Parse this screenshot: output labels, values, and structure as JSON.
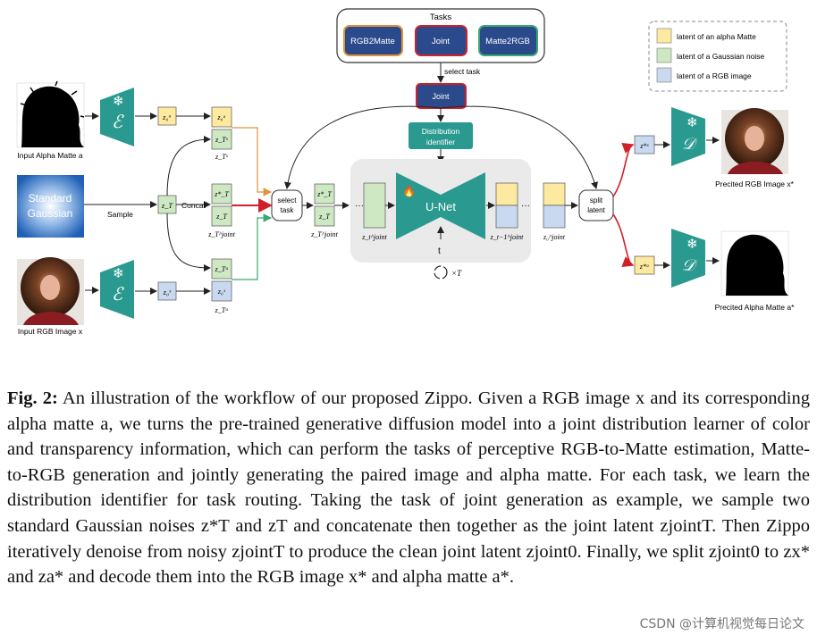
{
  "figure": {
    "tasks_title": "Tasks",
    "tasks": [
      {
        "label": "RGB2Matte",
        "color": "#2a4a8c",
        "border": "#e1933b"
      },
      {
        "label": "Joint",
        "color": "#2a4a8c",
        "border": "#d0202a"
      },
      {
        "label": "Matte2RGB",
        "color": "#2a4a8c",
        "border": "#3aa870"
      }
    ],
    "select_task_label": "select task",
    "joint_box_label": "Joint",
    "distribution_identifier_label": "Distribution identifier",
    "unet_label": "U-Net",
    "t_label": "t",
    "loop_label": "×T",
    "select_task_node_label": "select task",
    "split_latent_label": "split latent",
    "concat_label": "Concat",
    "sample_label": "Sample",
    "gaussian_label": "Standard Gaussian",
    "encoder_symbol": "ℰ",
    "decoder_symbol": "𝒟",
    "snowflake_glyph": "❄",
    "fire_glyph": "🔥",
    "input_alpha_caption": "Input Alpha Matte a",
    "input_rgb_caption": "Input RGB Image x",
    "pred_rgb_caption": "Precited RGB Image x*",
    "pred_alpha_caption": "Precited Alpha Matte a*",
    "legend": [
      {
        "label": "latent of an alpha Matte",
        "color": "#fde9a0"
      },
      {
        "label": "latent of a Gaussian noise",
        "color": "#cfe8c4"
      },
      {
        "label": "latent of a RGB image",
        "color": "#c9daf0"
      }
    ],
    "colors": {
      "matte_latent": "#fde9a0",
      "noise_latent": "#cfe8c4",
      "rgb_latent": "#c9daf0",
      "encoder": "#2a9a90",
      "unet": "#2a9a90",
      "task_blue": "#2a4a8c",
      "red_arrow": "#d0202a"
    }
  },
  "caption": {
    "label": "Fig. 2:",
    "text": "An illustration of the workflow of our proposed Zippo. Given a RGB image x and its corresponding alpha matte a, we turns the pre-trained generative diffusion model into a joint distribution learner of color and transparency information, which can perform the tasks of perceptive RGB-to-Matte estimation, Matte-to-RGB generation and jointly generating the paired image and alpha matte. For each task, we learn the distribution identifier for task routing. Taking the task of joint generation as example, we sample two standard Gaussian noises z*T and zT and concatenate then together as the joint latent zjointT. Then Zippo iteratively denoise from noisy zjointT to produce the clean joint latent zjoint0. Finally, we split zjoint0 to zx* and za* and decode them into the RGB image x* and alpha matte a*."
  },
  "watermark": "CSDN @计算机视觉每日论文"
}
